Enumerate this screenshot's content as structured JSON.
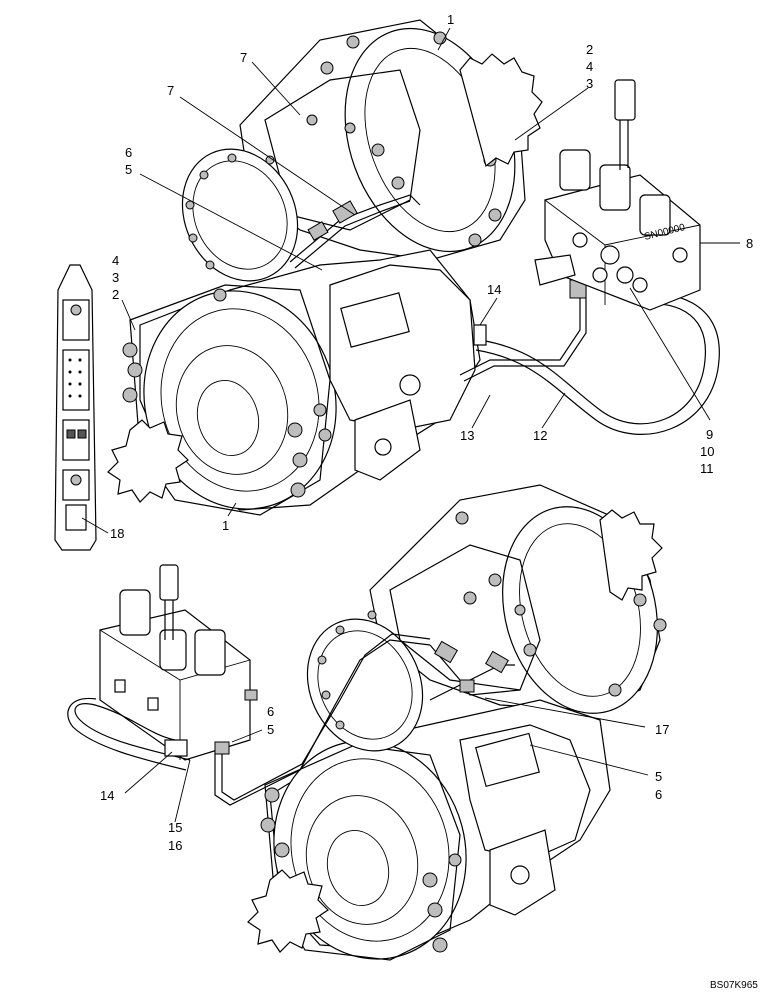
{
  "diagram": {
    "labels": {
      "l1a": "1",
      "l2a": "2",
      "l4a": "4",
      "l3a": "3",
      "l7a": "7",
      "l7b": "7",
      "l6a": "6",
      "l5a": "5",
      "l4b": "4",
      "l3b": "3",
      "l2b": "2",
      "l8": "8",
      "l14a": "14",
      "l13": "13",
      "l12": "12",
      "l9": "9",
      "l10": "10",
      "l11": "11",
      "l18": "18",
      "l1b": "1",
      "l6b": "6",
      "l5b": "5",
      "l17": "17",
      "l5c": "5",
      "l6c": "6",
      "l14b": "14",
      "l15": "15",
      "l16": "16"
    },
    "figure_code": "BS07K965"
  }
}
